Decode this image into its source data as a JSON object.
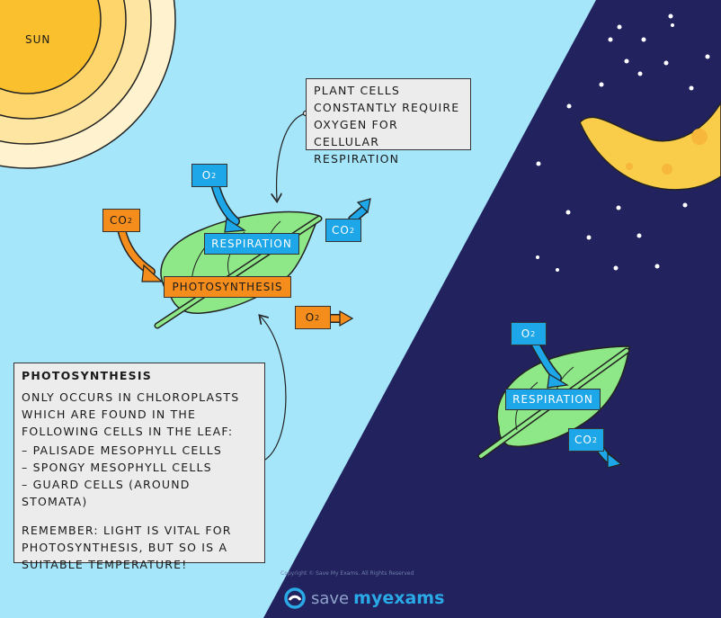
{
  "sun_label": "SUN",
  "day_leaf": {
    "o2_in": {
      "text": "O",
      "sub": "2"
    },
    "co2_in": {
      "text": "CO",
      "sub": "2"
    },
    "respiration": "RESPIRATION",
    "photosynthesis": "PHOTOSYNTHESIS",
    "co2_out": {
      "text": "CO",
      "sub": "2"
    },
    "o2_out": {
      "text": "O",
      "sub": "2"
    }
  },
  "night_leaf": {
    "o2_in": {
      "text": "O",
      "sub": "2"
    },
    "respiration": "RESPIRATION",
    "co2_out": {
      "text": "CO",
      "sub": "2"
    }
  },
  "plant_note": {
    "lines": [
      "PLANT CELLS",
      "CONSTANTLY REQUIRE",
      "OXYGEN FOR CELLULAR",
      "RESPIRATION"
    ]
  },
  "photo_note": {
    "title": "PHOTOSYNTHESIS",
    "intro": [
      "ONLY OCCURS IN CHLOROPLASTS",
      "WHICH ARE FOUND IN THE",
      "FOLLOWING CELLS IN THE LEAF:"
    ],
    "items": [
      "– PALISADE MESOPHYLL CELLS",
      "– SPONGY MESOPHYLL CELLS",
      "– GUARD CELLS (AROUND STOMATA)"
    ],
    "remember": [
      "REMEMBER: LIGHT IS VITAL FOR",
      "PHOTOSYNTHESIS, BUT SO IS A",
      "SUITABLE TEMPERATURE!"
    ]
  },
  "footer": {
    "copyright": "Copyright © Save My Exams. All Rights Reserved",
    "brand_save": "save",
    "brand_my": "my",
    "brand_exams": "exams"
  },
  "colors": {
    "day_sky": "#a6e6fb",
    "night_sky": "#22225e",
    "sun": "#fbc02d",
    "moon": "#f9cd4a",
    "leaf": "#8ee887",
    "respiration_box": "#1da6e8",
    "photosynthesis_box": "#f58d1d",
    "note_box": "#ececec"
  }
}
